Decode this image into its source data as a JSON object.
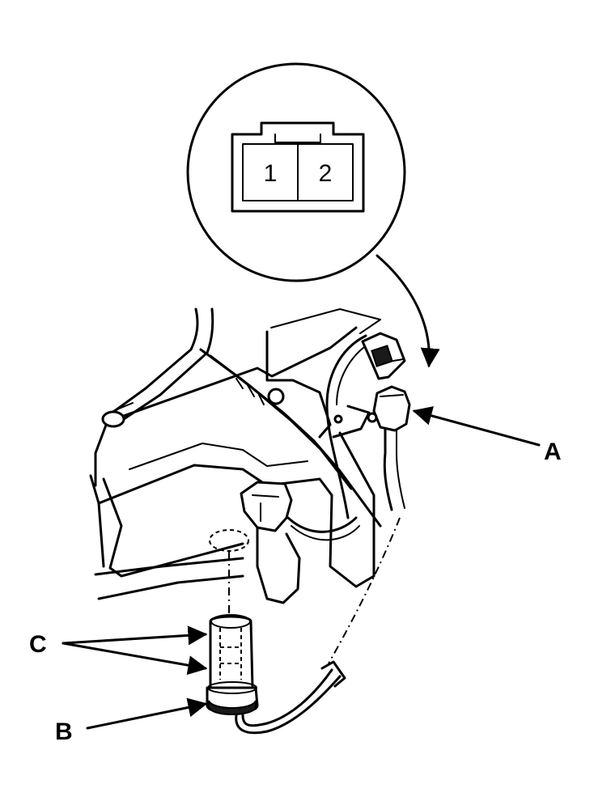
{
  "connector_detail": {
    "pin_1_label": "1",
    "pin_2_label": "2"
  },
  "callouts": {
    "a": "A",
    "b": "B",
    "c": "C"
  }
}
